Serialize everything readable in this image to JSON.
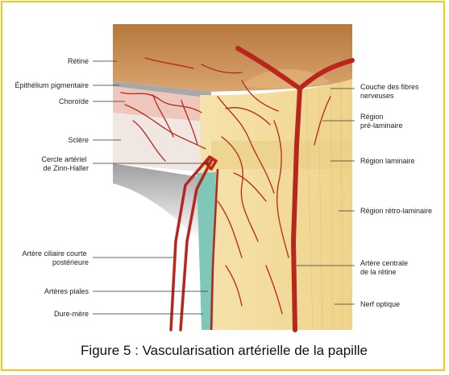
{
  "colors": {
    "border": "#f5c51b",
    "artery": "#b8261c",
    "retina": "#c08a52",
    "nerve": "#f3dc9a",
    "dura": "#7fc8b8",
    "sclera": "#f1e7e2"
  },
  "labels_left": [
    {
      "id": "retine",
      "lines": [
        "Rétine"
      ]
    },
    {
      "id": "epithelium",
      "lines": [
        "Épithélium pigmentaire"
      ]
    },
    {
      "id": "choroide",
      "lines": [
        "Choroïde"
      ]
    },
    {
      "id": "sclere",
      "lines": [
        "Sclère"
      ]
    },
    {
      "id": "cercle",
      "lines": [
        "Cercle artériel",
        "de Zinn-Haller"
      ]
    },
    {
      "id": "ciliaire",
      "lines": [
        "Artère ciliaire courte",
        "postérieure"
      ]
    },
    {
      "id": "piales",
      "lines": [
        "Artères piales"
      ]
    },
    {
      "id": "dure",
      "lines": [
        "Dure-mère"
      ]
    }
  ],
  "labels_right": [
    {
      "id": "fibres",
      "lines": [
        "Couche des fibres",
        "nerveuses"
      ]
    },
    {
      "id": "prelaminaire",
      "lines": [
        "Région",
        "pré-laminaire"
      ]
    },
    {
      "id": "laminaire",
      "lines": [
        "Région laminaire"
      ]
    },
    {
      "id": "retrolaminaire",
      "lines": [
        "Région rétro-laminaire"
      ]
    },
    {
      "id": "centrale",
      "lines": [
        "Artère centrale",
        "de la rétine"
      ]
    },
    {
      "id": "nerf",
      "lines": [
        "Nerf optique"
      ]
    }
  ],
  "caption": "Figure 5 : Vascularisation artérielle de la papille"
}
